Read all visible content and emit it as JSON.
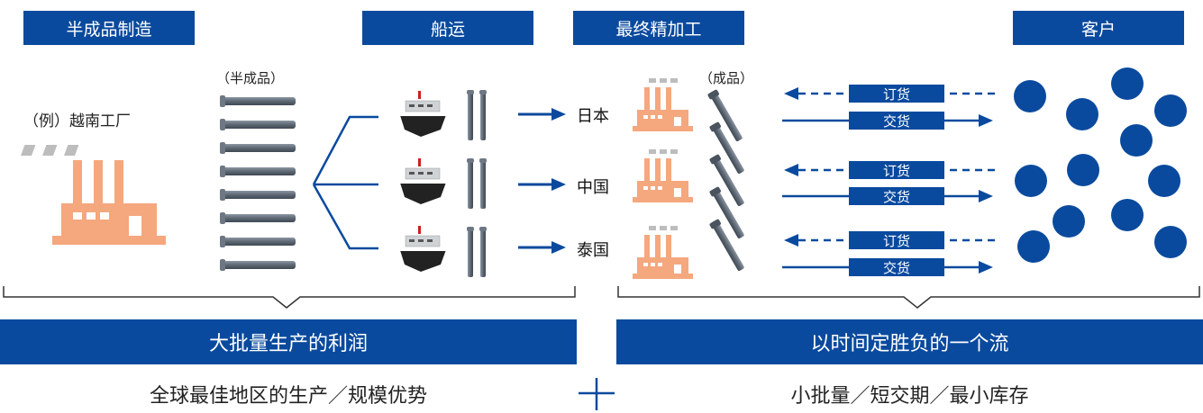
{
  "headers": {
    "semi_manufacturing": "半成品制造",
    "shipping": "船运",
    "final_processing": "最终精加工",
    "customers": "客户"
  },
  "labels": {
    "example_factory": "（例）越南工厂",
    "semi_finished": "（半成品）",
    "finished": "（成品）"
  },
  "countries": [
    "日本",
    "中国",
    "泰国"
  ],
  "flow_tags": {
    "order": "订货",
    "delivery": "交货"
  },
  "bars": {
    "left": "大批量生产的利润",
    "right": "以时间定胜负的一个流"
  },
  "bottom": {
    "left": "全球最佳地区的生产／规模优势",
    "right": "小批量／短交期／最小库存"
  },
  "colors": {
    "brand_blue": "#0a4a9e",
    "factory_orange": "#f5a77e",
    "smoke_gray": "#bdbdbd",
    "rod_gray": "#5d6874"
  }
}
